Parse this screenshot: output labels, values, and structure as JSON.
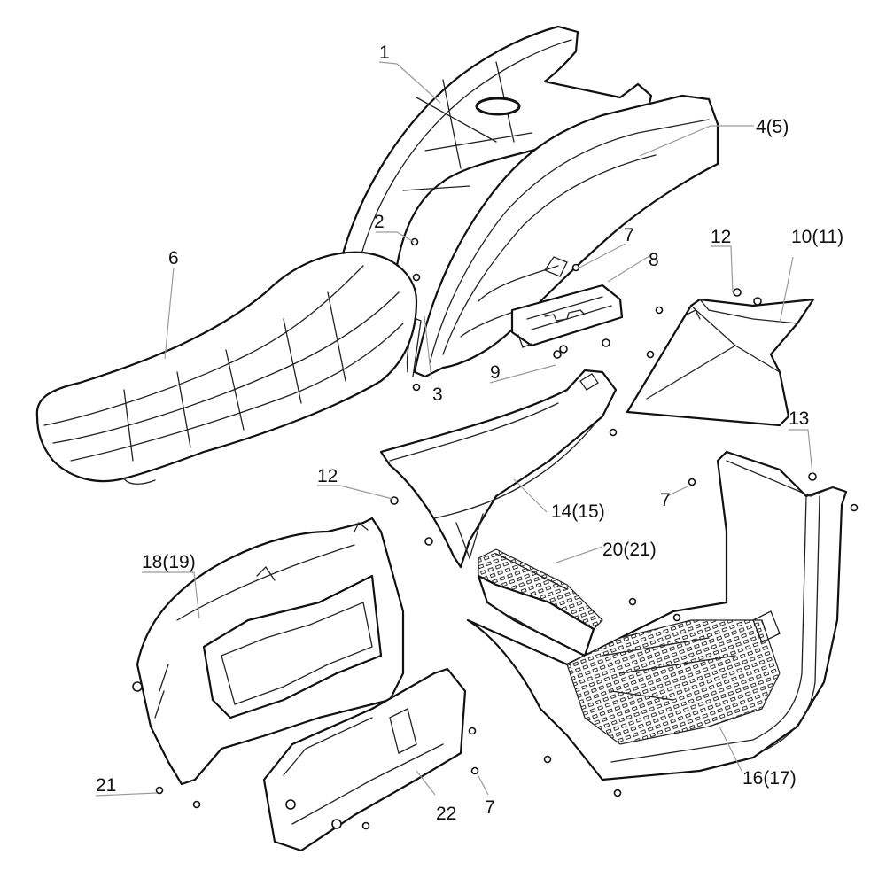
{
  "diagram_title": "Body panels exploded parts diagram",
  "colors": {
    "line": "#111111",
    "leader": "#9a9a9a",
    "background": "#ffffff"
  },
  "callouts": [
    {
      "id": "c1",
      "text": "1",
      "part": "front fender"
    },
    {
      "id": "c2",
      "text": "2",
      "part": "clip"
    },
    {
      "id": "c3",
      "text": "3",
      "part": "trim strip"
    },
    {
      "id": "c4",
      "text": "4(5)",
      "part": "side cover"
    },
    {
      "id": "c6",
      "text": "6",
      "part": "seat"
    },
    {
      "id": "c7a",
      "text": "7",
      "part": "screw"
    },
    {
      "id": "c8",
      "text": "8",
      "part": "switch panel"
    },
    {
      "id": "c9",
      "text": "9",
      "part": "fastener"
    },
    {
      "id": "c10",
      "text": "10(11)",
      "part": "side shield"
    },
    {
      "id": "c12a",
      "text": "12",
      "part": "nut clip"
    },
    {
      "id": "c12b",
      "text": "12",
      "part": "nut clip"
    },
    {
      "id": "c13",
      "text": "13",
      "part": "clip"
    },
    {
      "id": "c14",
      "text": "14(15)",
      "part": "inner panel"
    },
    {
      "id": "c7b",
      "text": "7",
      "part": "screw"
    },
    {
      "id": "c18",
      "text": "18(19)",
      "part": "rear side panel"
    },
    {
      "id": "c20",
      "text": "20(21)",
      "part": "footrest"
    },
    {
      "id": "c21",
      "text": "21",
      "part": "screw"
    },
    {
      "id": "c22",
      "text": "22",
      "part": "cover plate"
    },
    {
      "id": "c7c",
      "text": "7",
      "part": "screw"
    },
    {
      "id": "c16",
      "text": "16(17)",
      "part": "footboard"
    }
  ]
}
